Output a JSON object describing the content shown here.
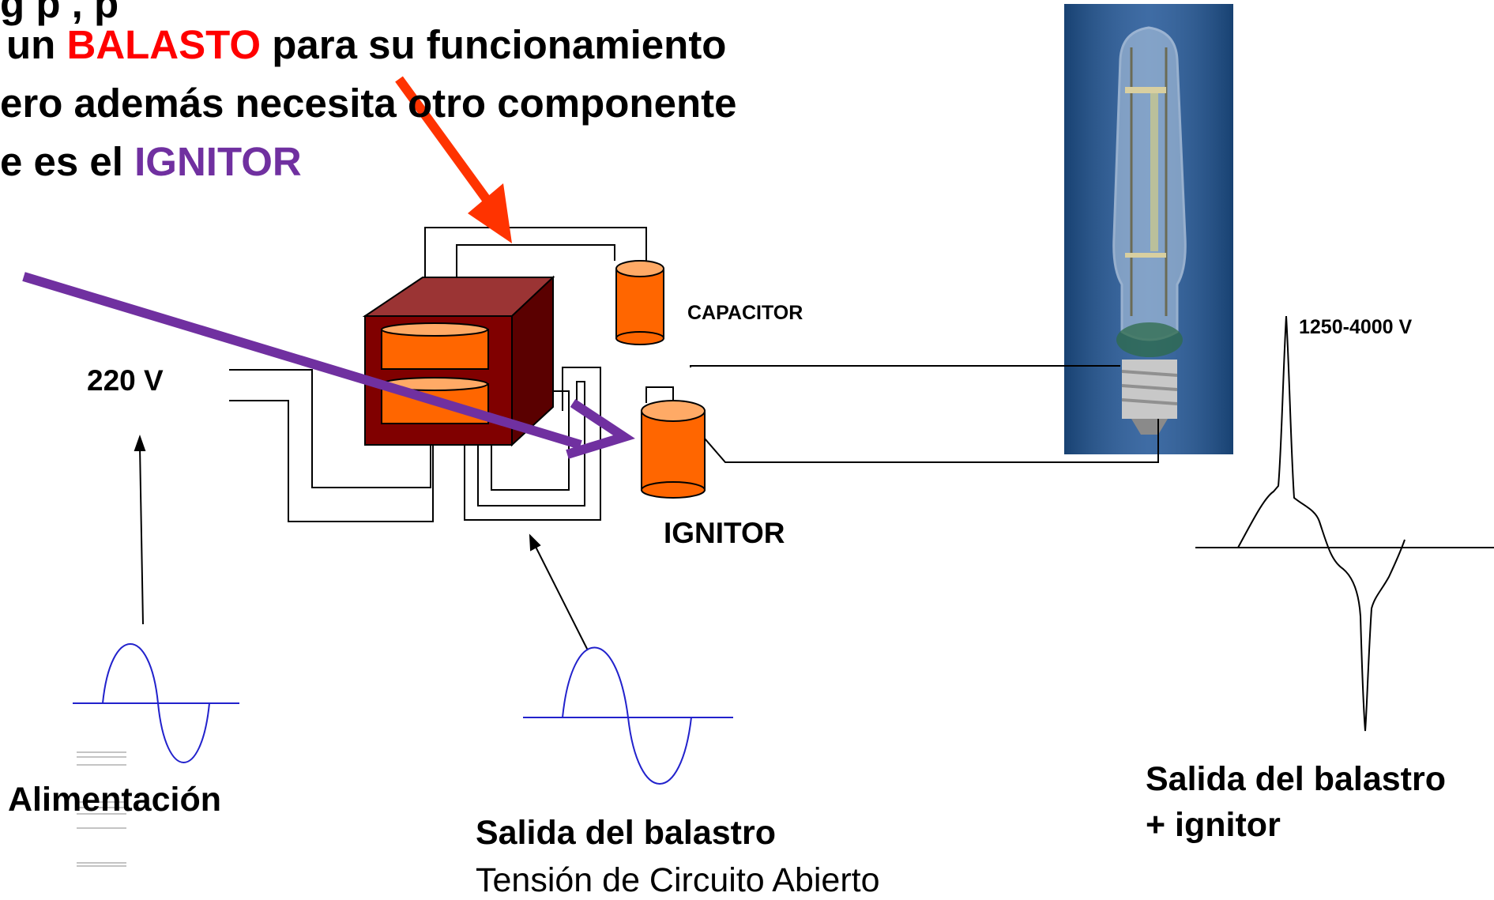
{
  "heading": {
    "line1": "g   p                            ,   p",
    "line2_pre": "un ",
    "line2_highlight": "BALASTO",
    "line2_post": " para su funcionamiento",
    "line3": "ero además necesita otro componente",
    "line4_pre": "e es el ",
    "line4_highlight": "IGNITOR"
  },
  "labels": {
    "capacitor": "CAPACITOR",
    "voltage_in": "220 V",
    "ignitor": "IGNITOR",
    "peak_voltage": "1250-4000 V",
    "alimentacion": "Alimentación",
    "salida_balastro": "Salida del balastro",
    "tension_circuito": "Tensión de Circuito Abierto",
    "salida_ignitor_line1": "Salida del balastro",
    "salida_ignitor_line2": "+ ignitor"
  },
  "colors": {
    "highlight_red": "#ff0000",
    "highlight_purple": "#7030a0",
    "arrow_red": "#ff3300",
    "arrow_purple": "#7030a0",
    "transformer": "#800000",
    "coil": "#ff6600",
    "wave": "#2222cc",
    "lamp_bg": "#1f4d8c"
  }
}
